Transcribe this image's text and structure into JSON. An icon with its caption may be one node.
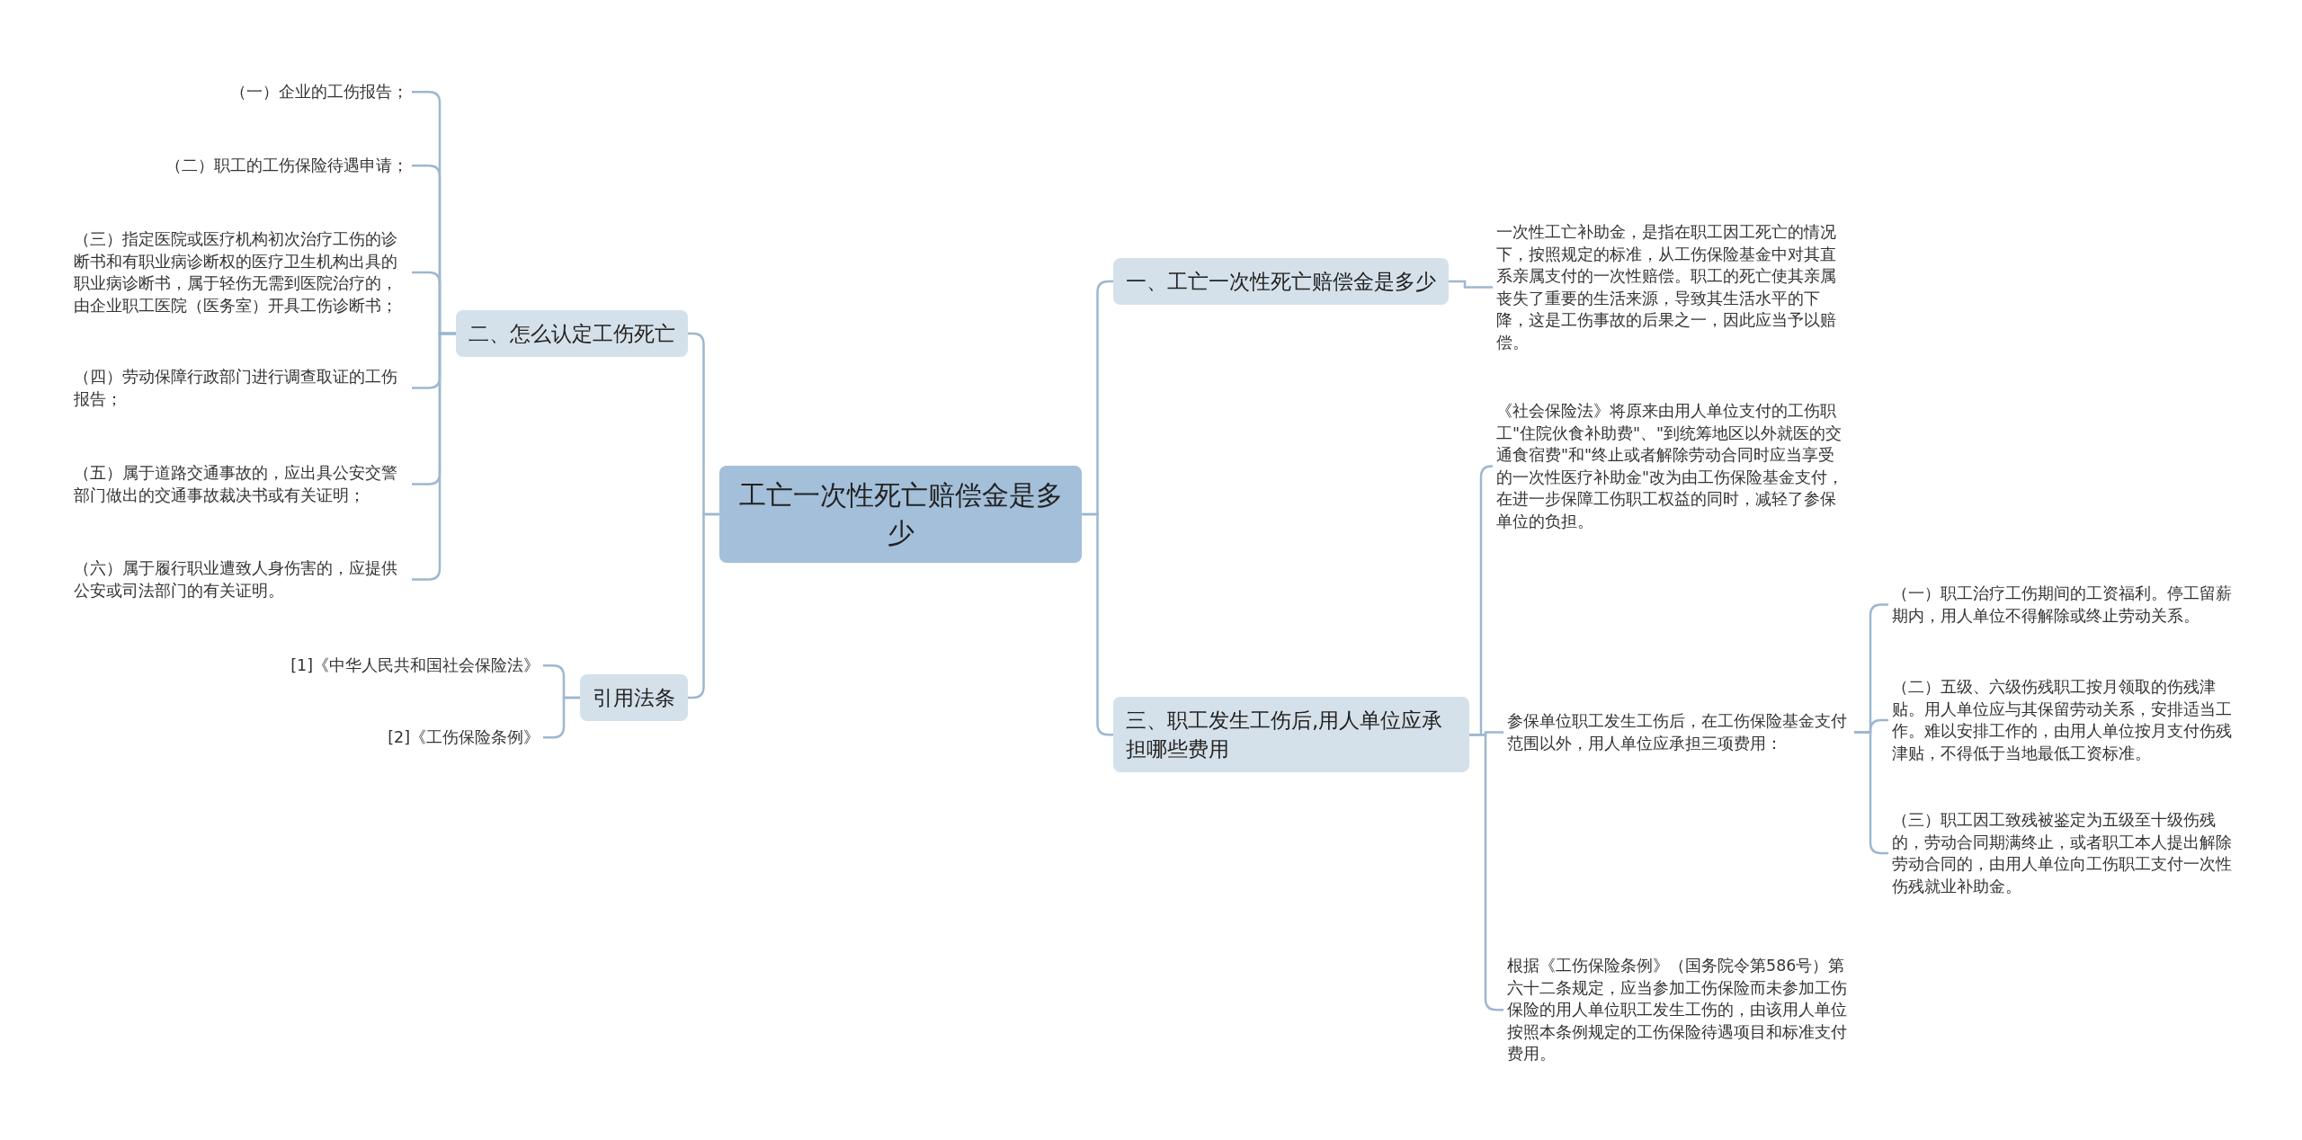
{
  "diagram": {
    "nodes": [
      {
        "text": [
          "工亡一次性死亡赔偿金是多少"
        ]
      },
      {
        "text": [
          "二、怎么认定工伤死亡"
        ]
      },
      {
        "text": [
          "（一）企业的工伤报告；"
        ]
      },
      {
        "text": [
          "（二）职工的工伤保险待遇申请；"
        ]
      },
      {
        "text": [
          "（三）指定医院或医疗机构初次治疗工伤的诊断书和有职业病诊断权的医疗卫生机构出具的职业病诊断书，属于轻伤无需到医院治疗的，由企业职工医院（医务室）开具工伤诊断书；"
        ]
      },
      {
        "text": [
          "（四）劳动保障行政部门进行调查取证的工伤报告；"
        ]
      },
      {
        "text": [
          "（五）属于道路交通事故的，应出具公安交警部门做出的交通事故裁决书或有关证明；"
        ]
      },
      {
        "text": [
          "（六）属于履行职业遭致人身伤害的，应提供公安或司法部门的有关证明。"
        ]
      },
      {
        "text": [
          "引用法条"
        ]
      },
      {
        "text": [
          "[1]《中华人民共和国社会保险法》"
        ]
      },
      {
        "text": [
          "[2]《工伤保险条例》"
        ]
      },
      {
        "text": [
          "一、工亡一次性死亡赔偿金是多少"
        ]
      },
      {
        "text": [
          "一次性工亡补助金，是指在职工因工死亡的情况下，按照规定的标准，从工伤保险基金中对其直系亲属支付的一次性赔偿。职工的死亡使其亲属丧失了重要的生活来源，导致其生活水平的下降，这是工伤事故的后果之一，因此应当予以赔偿。"
        ]
      },
      {
        "text": [
          "三、职工发生工伤后,用人单位应承担哪些费用"
        ]
      },
      {
        "text": [
          "《社会保险法》将原来由用人单位支付的工伤职工\"住院伙食补助费\"、\"到统筹地区以外就医的交通食宿费\"和\"终止或者解除劳动合同时应当享受的一次性医疗补助金\"改为由工伤保险基金支付，在进一步保障工伤职工权益的同时，减轻了参保单位的负担。"
        ]
      },
      {
        "text": [
          "参保单位职工发生工伤后，在工伤保险基金支付范围以外，用人单位应承担三项费用："
        ]
      },
      {
        "text": [
          "（一）职工治疗工伤期间的工资福利。停工留薪期内，用人单位不得解除或终止劳动关系。"
        ]
      },
      {
        "text": [
          "（二）五级、六级伤残职工按月领取的伤残津贴。用人单位应与其保留劳动关系，安排适当工作。难以安排工作的，由用人单位按月支付伤残津贴，不得低于当地最低工资标准。"
        ]
      },
      {
        "text": [
          "（三）职工因工致残被鉴定为五级至十级伤残的，劳动合同期满终止，或者职工本人提出解除劳动合同的，由用人单位向工伤职工支付一次性伤残就业补助金。"
        ]
      },
      {
        "text": [
          "根据《工伤保险条例》（国务院令第586号）第六十二条规定，应当参加工伤保险而未参加工伤保险的用人单位职工发生工伤的，由该用人单位按照本条例规定的工伤保险待遇项目和标准支付费用。"
        ]
      }
    ],
    "edges": [
      {
        "from": 0,
        "to": 1,
        "arrow": "none"
      },
      {
        "from": 1,
        "to": 2,
        "arrow": "none"
      },
      {
        "from": 1,
        "to": 3,
        "arrow": "none"
      },
      {
        "from": 1,
        "to": 4,
        "arrow": "none"
      },
      {
        "from": 1,
        "to": 5,
        "arrow": "none"
      },
      {
        "from": 1,
        "to": 6,
        "arrow": "none"
      },
      {
        "from": 1,
        "to": 7,
        "arrow": "none"
      },
      {
        "from": 0,
        "to": 8,
        "arrow": "none"
      },
      {
        "from": 8,
        "to": 9,
        "arrow": "none"
      },
      {
        "from": 8,
        "to": 10,
        "arrow": "none"
      },
      {
        "from": 0,
        "to": 11,
        "arrow": "none"
      },
      {
        "from": 11,
        "to": 12,
        "arrow": "none"
      },
      {
        "from": 0,
        "to": 13,
        "arrow": "none"
      },
      {
        "from": 13,
        "to": 14,
        "arrow": "none"
      },
      {
        "from": 13,
        "to": 15,
        "arrow": "none"
      },
      {
        "from": 15,
        "to": 16,
        "arrow": "none"
      },
      {
        "from": 15,
        "to": 17,
        "arrow": "none"
      },
      {
        "from": 15,
        "to": 18,
        "arrow": "none"
      },
      {
        "from": 13,
        "to": 19,
        "arrow": "none"
      }
    ]
  }
}
